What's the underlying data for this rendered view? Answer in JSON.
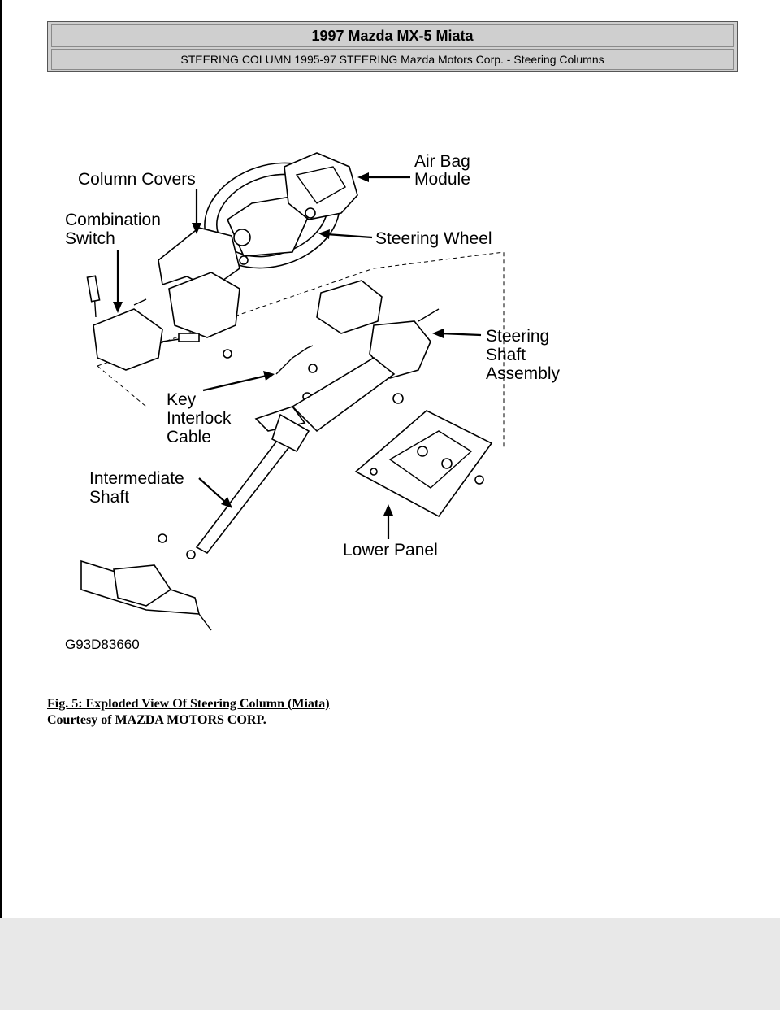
{
  "header": {
    "title": "1997 Mazda MX-5 Miata",
    "subtitle": "STEERING COLUMN 1995-97 STEERING Mazda Motors Corp. - Steering Columns"
  },
  "diagram": {
    "labels": {
      "air_bag_line1": "Air Bag",
      "air_bag_line2": "Module",
      "column_covers": "Column Covers",
      "combination_line1": "Combination",
      "combination_line2": "Switch",
      "steering_wheel": "Steering Wheel",
      "steering_shaft_line1": "Steering",
      "steering_shaft_line2": "Shaft",
      "steering_shaft_line3": "Assembly",
      "key_line1": "Key",
      "key_line2": "Interlock",
      "key_line3": "Cable",
      "intermediate_line1": "Intermediate",
      "intermediate_line2": "Shaft",
      "lower_panel": "Lower Panel"
    },
    "figure_code": "G93D83660"
  },
  "caption": {
    "figure": "Fig. 5: Exploded View Of Steering Column (Miata)",
    "courtesy": "Courtesy of MAZDA MOTORS CORP."
  }
}
